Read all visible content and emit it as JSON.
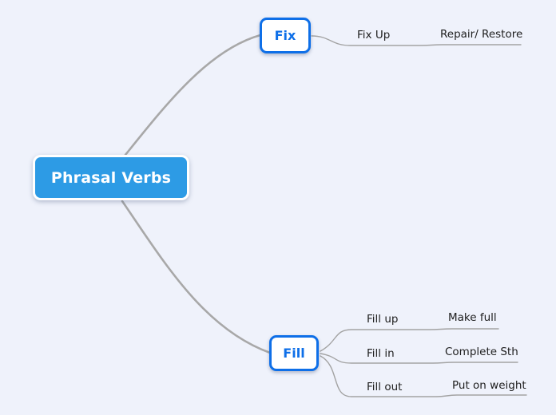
{
  "title": "Phrasal Verbs mind map",
  "colors": {
    "background": "#EFF2FB",
    "root_fill": "#2D9BE5",
    "root_text": "#FFFFFF",
    "node_border": "#0E6FE8",
    "node_text": "#0E6FE8",
    "connector": "#A8A8A8",
    "label_text": "#1E1E1E"
  },
  "root": {
    "label": "Phrasal Verbs"
  },
  "branches": [
    {
      "label": "Fix",
      "entries": [
        {
          "phrase": "Fix Up",
          "meaning": "Repair/ Restore"
        }
      ]
    },
    {
      "label": "Fill",
      "entries": [
        {
          "phrase": "Fill up",
          "meaning": "Make full"
        },
        {
          "phrase": "Fill in",
          "meaning": "Complete Sth"
        },
        {
          "phrase": "Fill out",
          "meaning": "Put on weight"
        }
      ]
    }
  ]
}
